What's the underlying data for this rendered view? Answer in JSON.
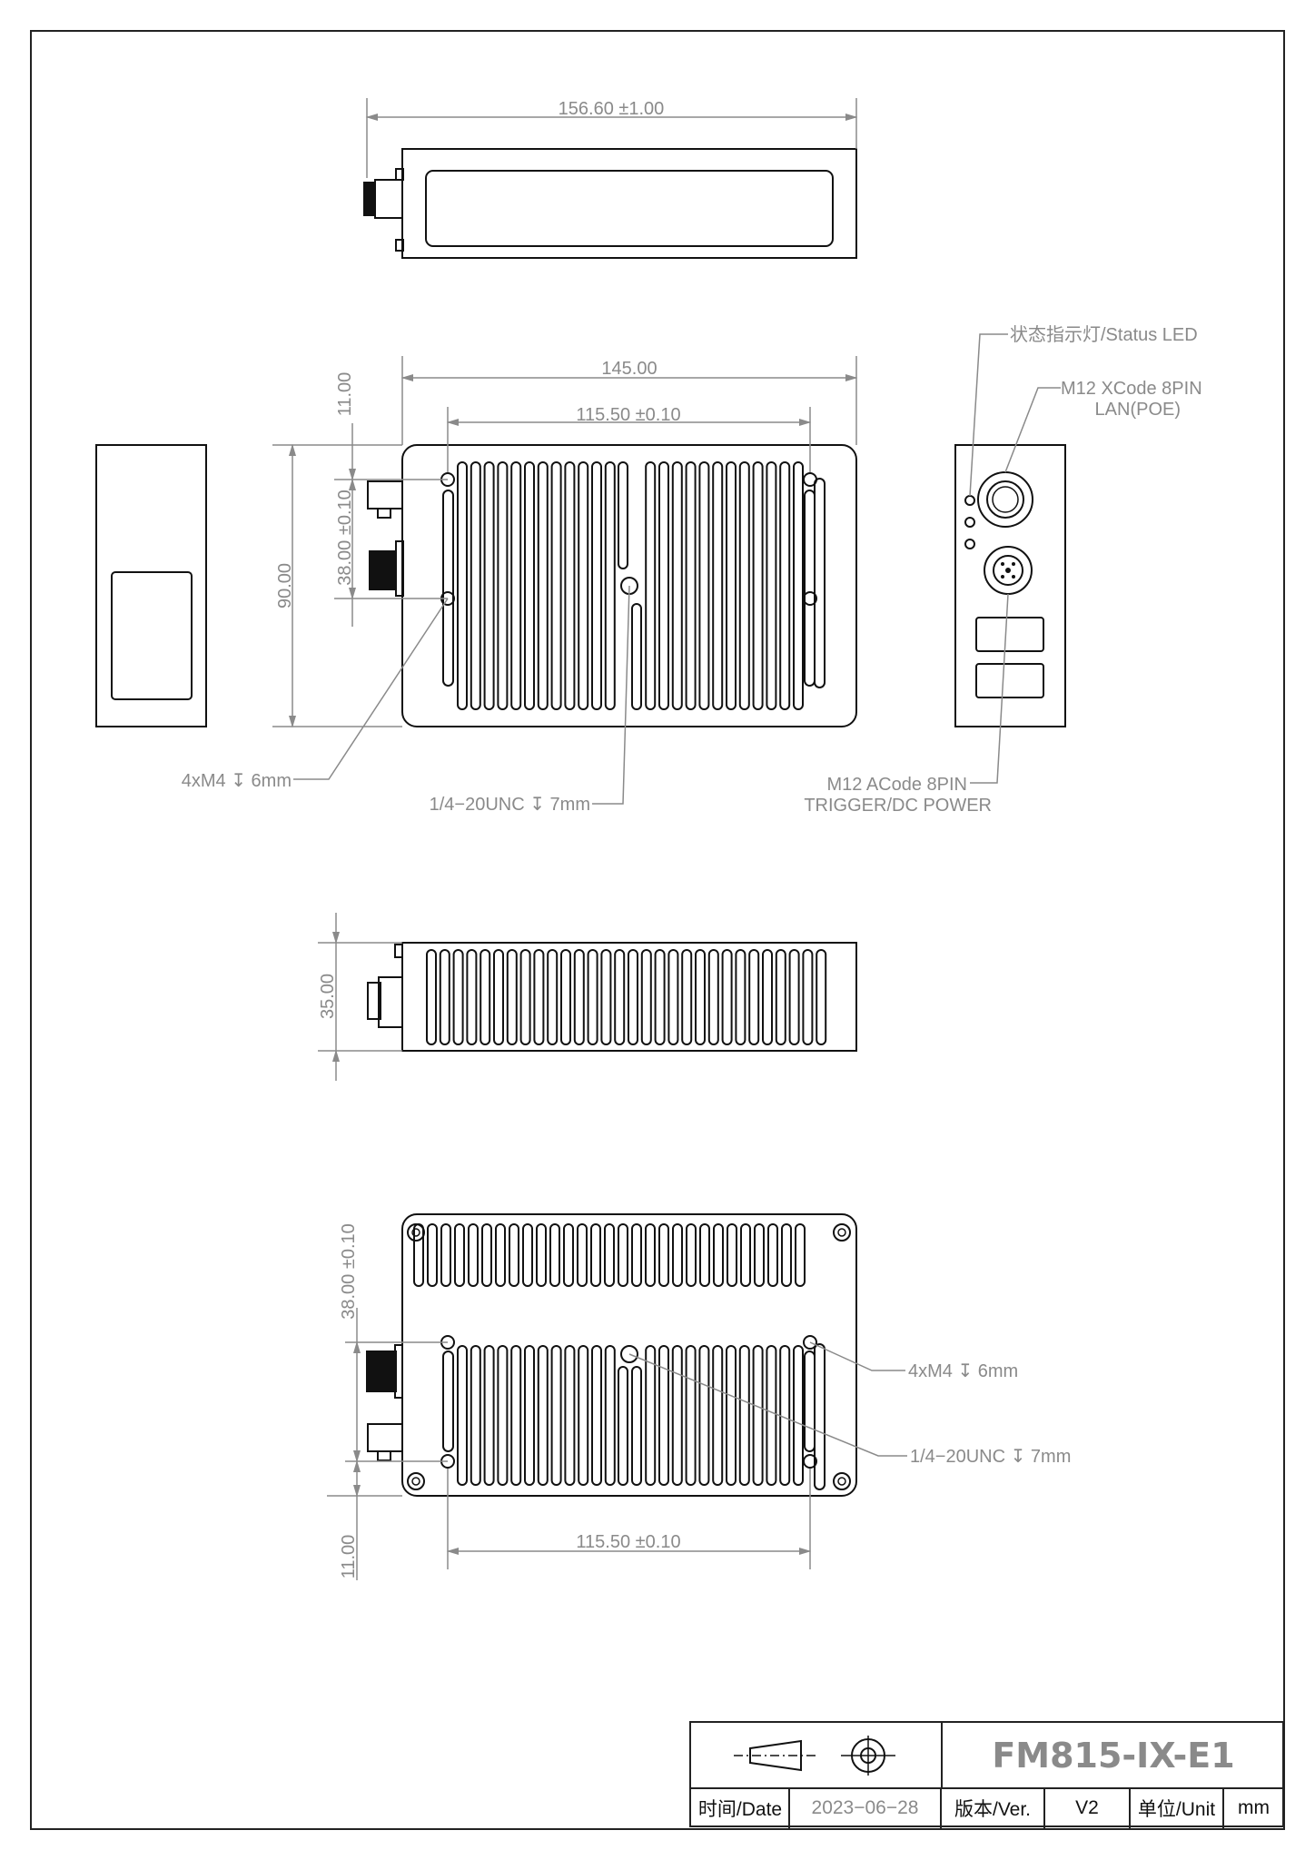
{
  "dimensions": {
    "top_width": "156.60 ±1.00",
    "overall_width": "145.00",
    "hole_spacing_top": "115.50 ±0.10",
    "top_offset": "11.00",
    "hole_spacing_vertical": "38.00 ±0.10",
    "height": "90.00",
    "thickness": "35.00",
    "bottom_hole_spacing_vertical": "38.00 ±0.10",
    "bottom_offset": "11.00",
    "hole_spacing_bottom": "115.50 ±0.10"
  },
  "callouts": {
    "status_led": "状态指示灯/Status LED",
    "lan_connector_line1": "M12 XCode 8PIN",
    "lan_connector_line2": "LAN(POE)",
    "mount_holes_left": "4xM4 ↧ 6mm",
    "tripod_hole_center": "1/4−20UNC ↧ 7mm",
    "power_connector_line1": "M12 ACode 8PIN",
    "power_connector_line2": "TRIGGER/DC POWER",
    "mount_holes_bottom": "4xM4 ↧ 6mm",
    "tripod_hole_bottom": "1/4−20UNC ↧ 7mm"
  },
  "title_block": {
    "model": "FM815-IX-E1",
    "date_label": "时间/Date",
    "date_value": "2023−06−28",
    "version_label": "版本/Ver.",
    "version_value": "V2",
    "unit_label": "单位/Unit",
    "unit_value": "mm"
  }
}
